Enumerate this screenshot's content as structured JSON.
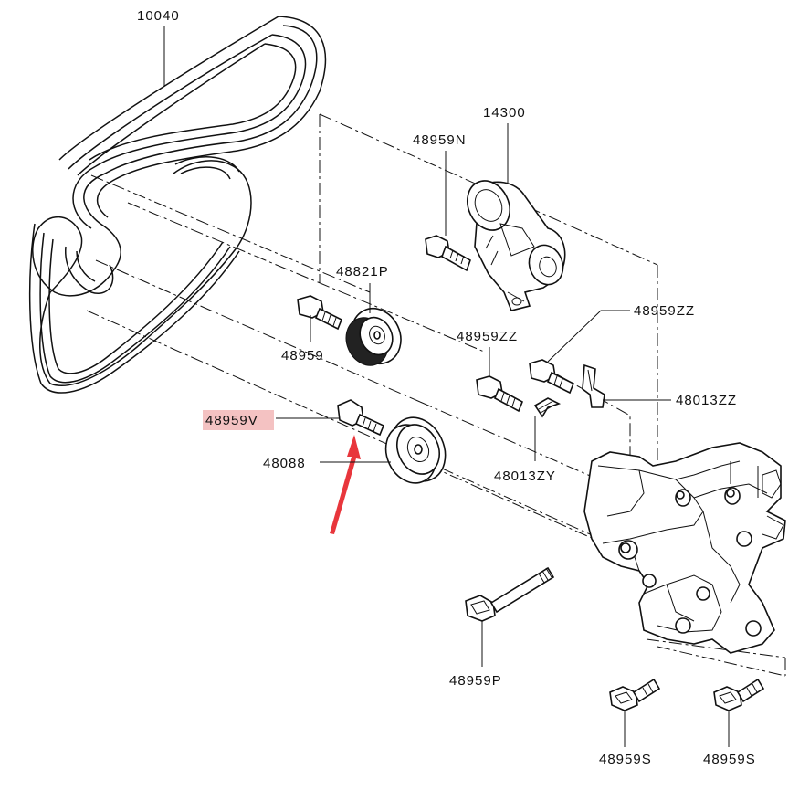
{
  "parts": {
    "belt": "10040",
    "tensioner": "14300",
    "tensioner_bolt": "48959N",
    "idler_upper": "48821P",
    "idler_upper_bolt": "48959",
    "idler_lower_bolt": "48959V",
    "idler_lower": "48088",
    "bolt_zz_left": "48959ZZ",
    "bolt_zz_right": "48959ZZ",
    "bracket_zz": "48013ZZ",
    "clip_zy": "48013ZY",
    "long_bolt": "48959P",
    "bolt_s_left": "48959S",
    "bolt_s_right": "48959S"
  },
  "highlight": {
    "part": "idler_lower_bolt",
    "label_bg": "#f4c2c2",
    "arrow_color": "#e8363c"
  }
}
